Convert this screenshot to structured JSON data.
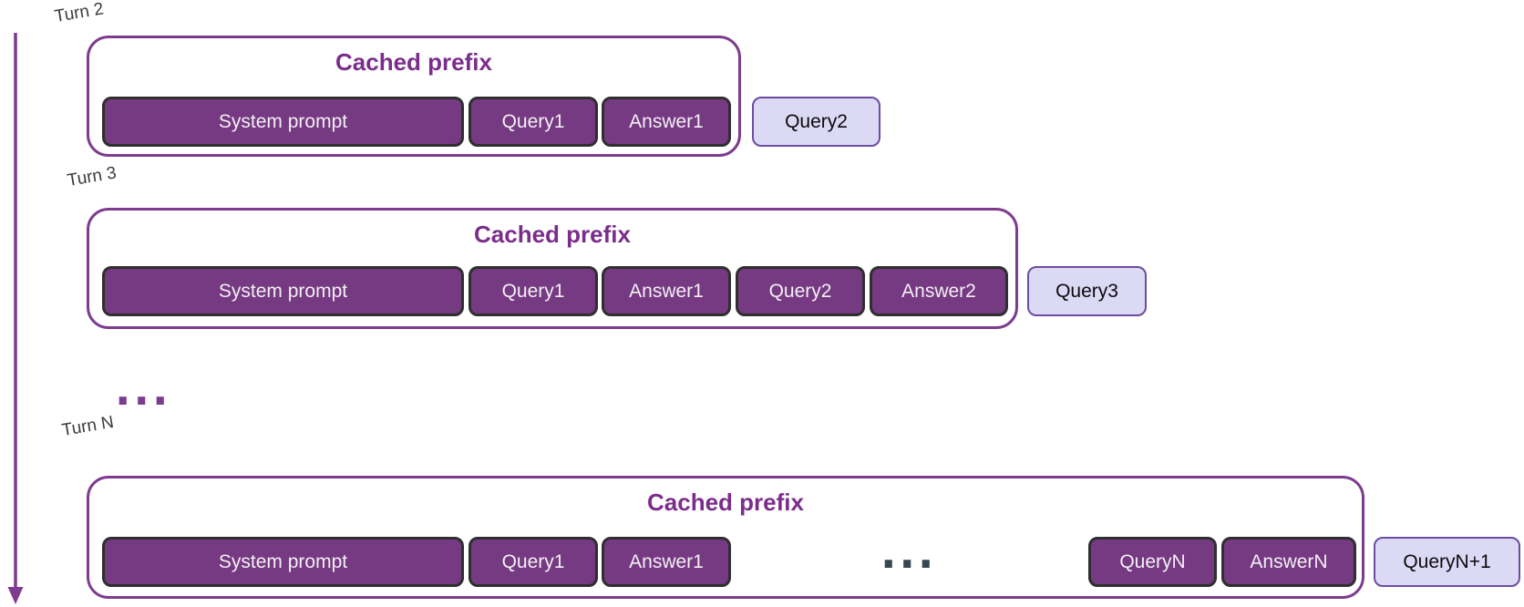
{
  "diagram": {
    "between_ellipsis": "...",
    "rows": [
      {
        "turn_label": "Turn 2",
        "title": "Cached prefix",
        "segments": [
          "System prompt",
          "Query1",
          "Answer1"
        ],
        "new_query": "Query2"
      },
      {
        "turn_label": "Turn 3",
        "title": "Cached prefix",
        "segments": [
          "System prompt",
          "Query1",
          "Answer1",
          "Query2",
          "Answer2"
        ],
        "new_query": "Query3"
      },
      {
        "turn_label": "Turn N",
        "title": "Cached prefix",
        "segments": [
          "System prompt",
          "Query1",
          "Answer1"
        ],
        "inner_ellipsis": "...",
        "segments_late": [
          "QueryN",
          "AnswerN"
        ],
        "new_query": "QueryN+1"
      }
    ],
    "colors": {
      "canvas_bg": "#ffffff",
      "pill_dark_fill": "#753a81",
      "pill_dark_border": "#2f2f2f",
      "pill_dark_text": "#f4eff5",
      "pill_light_fill": "#dcd9f5",
      "pill_light_border": "#6e4ba0",
      "pill_light_text": "#0a0a0a",
      "box_border": "#7d3c8d",
      "title_text": "#7b2d8b",
      "turn_label_text": "#3b3b3b",
      "arrow": "#7d3c8d",
      "dots_purple": "#7b3d8f",
      "dots_slate": "#37474f"
    }
  }
}
